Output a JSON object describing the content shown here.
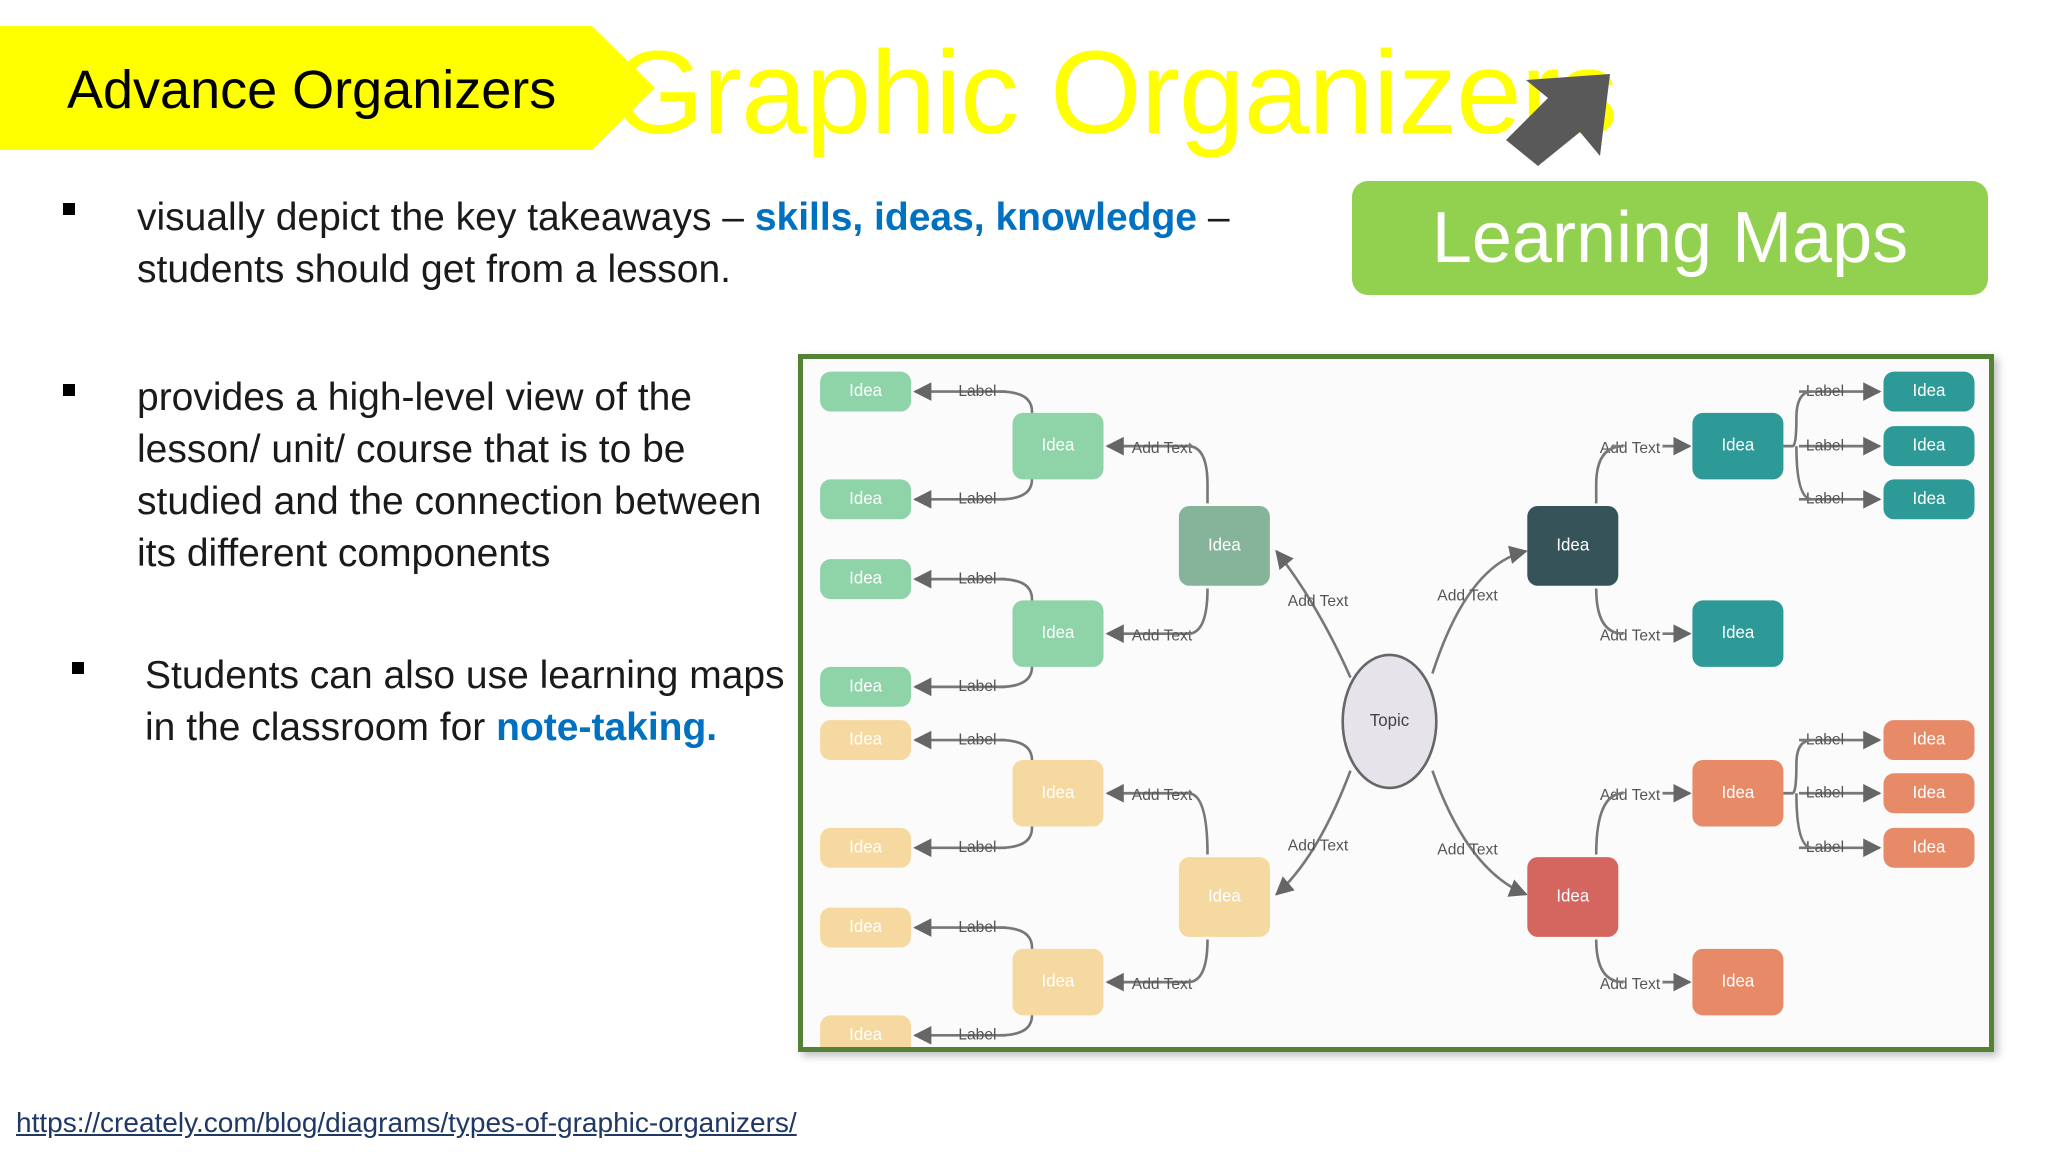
{
  "title": "Graphic Organizers",
  "banner": {
    "label": "Advance Organizers"
  },
  "learning_maps_button": "Learning Maps",
  "bullets": [
    {
      "pre": "visually depict the key takeaways – ",
      "highlight": "skills, ideas, knowledge",
      "post": " –",
      "line2": "students should get from a lesson."
    },
    {
      "lines": [
        "provides a high-level view of the",
        "lesson/ unit/ course that is to be",
        "studied and the connection between",
        "its different components"
      ]
    },
    {
      "line1": "Students can also use learning maps",
      "line2_pre": "in the classroom for ",
      "line2_highlight": "note-taking."
    }
  ],
  "mindmap": {
    "topic": "Topic",
    "node_text": "Idea",
    "edge_label": "Label",
    "connector_text": "Add Text",
    "colors": {
      "green_light": "#8fd3a8",
      "green_mid": "#86b49b",
      "teal": "#2e9a98",
      "dark_teal": "#355358",
      "beige": "#f5d9a0",
      "orange": "#e68a68",
      "red": "#d5655f",
      "topic": "#e6e4ea",
      "connector": "#777777"
    }
  },
  "source_link": "https://creately.com/blog/diagrams/types-of-graphic-organizers/",
  "colors": {
    "title": "#ffff00",
    "banner": "#ffff00",
    "button": "#92d050",
    "highlight": "#0070c0",
    "frame": "#548235",
    "arrow": "#595959"
  }
}
